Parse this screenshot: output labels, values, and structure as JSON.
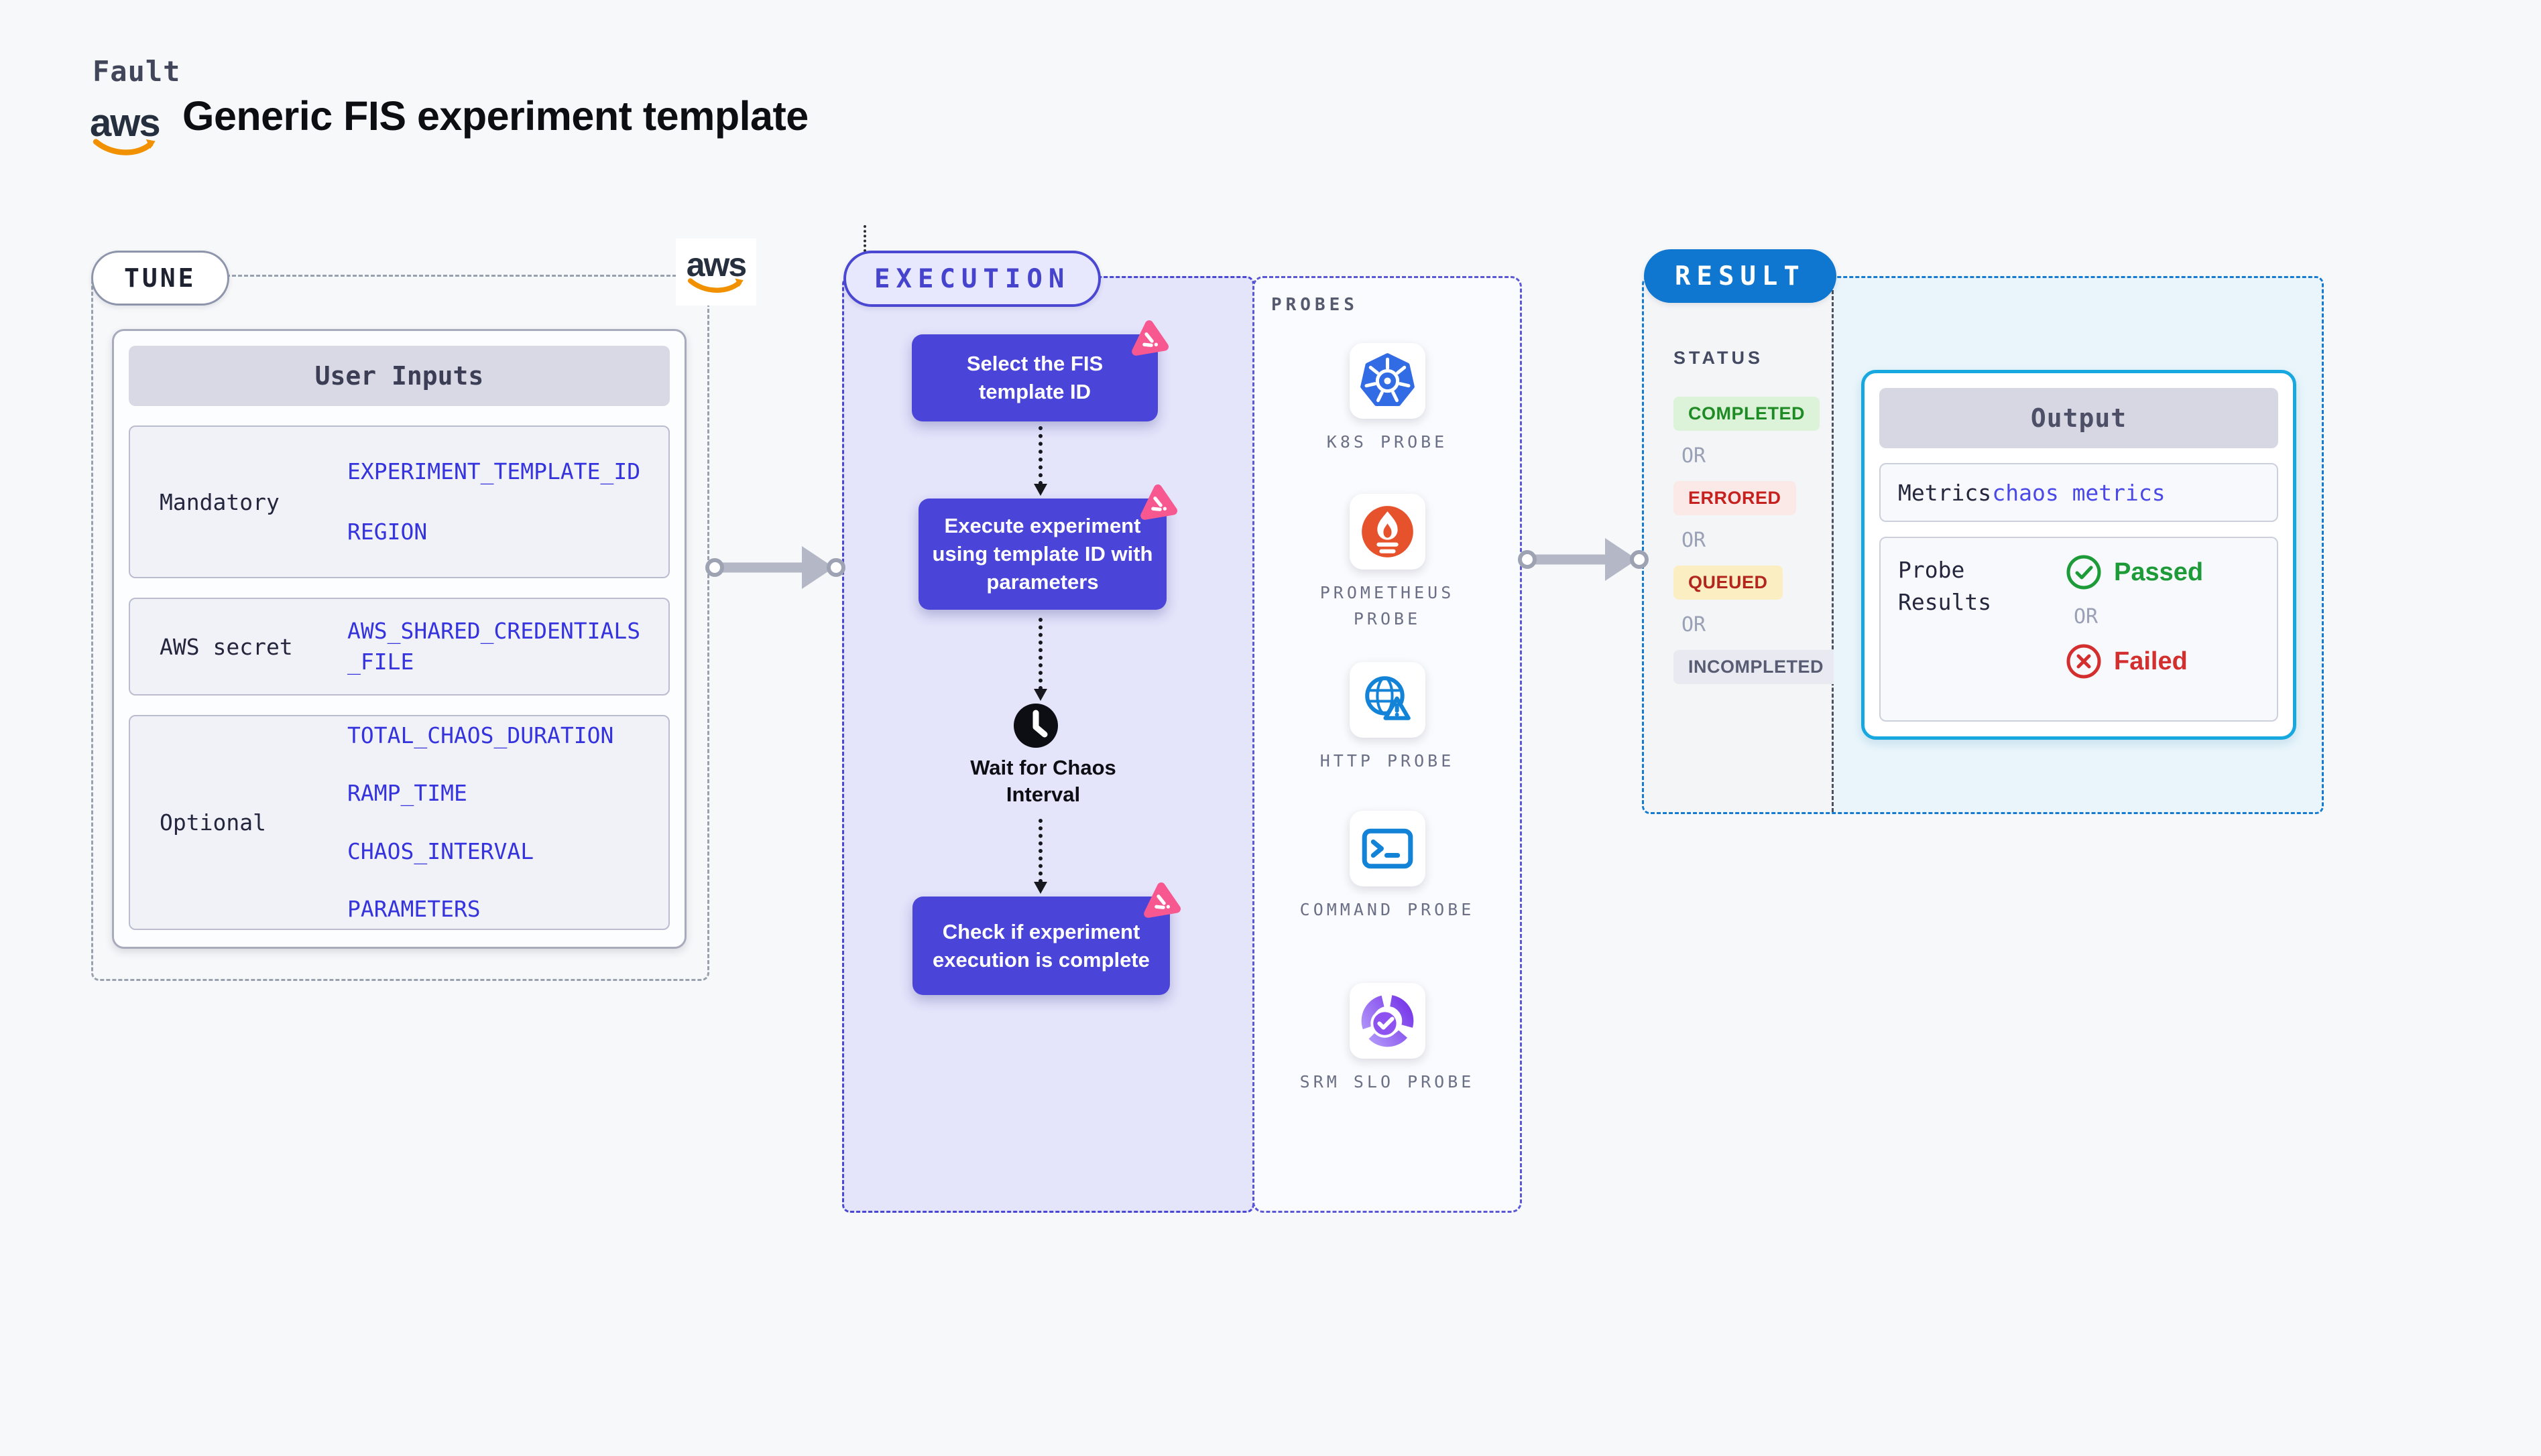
{
  "header": {
    "fault_label": "Fault",
    "aws_logo_text": "aws",
    "title": "Generic FIS experiment template"
  },
  "colors": {
    "page_bg": "#f7f8fa",
    "indigo_accent": "#4a47d2",
    "flow_box_bg": "#4b44d8",
    "spark_pink": "#f6588f",
    "blue_value": "#3433dd",
    "result_blue": "#0f77d0",
    "output_border_cyan": "#18a8e0",
    "passed_green": "#1d9b38",
    "failed_red": "#d32f2f",
    "aws_orange": "#f29100",
    "k8s_blue": "#326ce5",
    "prometheus_orange": "#e6522c",
    "http_blue": "#1383d8",
    "srm_purple": "#7c3aed"
  },
  "tune": {
    "badge": "TUNE",
    "aws_logo_text": "aws",
    "table": {
      "header": "User Inputs",
      "rows": [
        {
          "label": "Mandatory",
          "values": [
            "EXPERIMENT_TEMPLATE_ID",
            "REGION"
          ]
        },
        {
          "label": "AWS secret",
          "values": [
            "AWS_SHARED_CREDENTIALS_FILE"
          ]
        },
        {
          "label": "Optional",
          "values": [
            "TOTAL_CHAOS_DURATION",
            "RAMP_TIME",
            "CHAOS_INTERVAL",
            "PARAMETERS"
          ]
        }
      ]
    }
  },
  "execution": {
    "badge": "EXECUTION",
    "steps": [
      {
        "label": "Select the FIS template ID"
      },
      {
        "label": "Execute experiment using template ID with parameters"
      },
      {
        "label": "Wait for Chaos Interval"
      },
      {
        "label": "Check if experiment execution is complete"
      }
    ]
  },
  "probes": {
    "title": "PROBES",
    "items": [
      {
        "label": "K8S PROBE",
        "icon": "kubernetes-icon"
      },
      {
        "label": "PROMETHEUS PROBE",
        "icon": "prometheus-icon"
      },
      {
        "label": "HTTP PROBE",
        "icon": "http-globe-icon"
      },
      {
        "label": "COMMAND PROBE",
        "icon": "command-terminal-icon"
      },
      {
        "label": "SRM SLO PROBE",
        "icon": "srm-slo-icon"
      }
    ]
  },
  "result": {
    "badge": "RESULT",
    "status": {
      "title": "STATUS",
      "separator": "OR",
      "options": [
        {
          "label": "COMPLETED",
          "bg": "#dcf3da",
          "fg": "#1f8b25"
        },
        {
          "label": "ERRORED",
          "bg": "#fbe9e8",
          "fg": "#c5221f"
        },
        {
          "label": "QUEUED",
          "bg": "#fbeec3",
          "fg": "#b3261e"
        },
        {
          "label": "INCOMPLETED",
          "bg": "#e9eaf1",
          "fg": "#585c73"
        }
      ]
    },
    "output": {
      "header": "Output",
      "metrics_label": "Metrics",
      "metrics_value": "chaos metrics",
      "probe_results_label": "Probe Results",
      "passed_label": "Passed",
      "separator": "OR",
      "failed_label": "Failed"
    }
  }
}
